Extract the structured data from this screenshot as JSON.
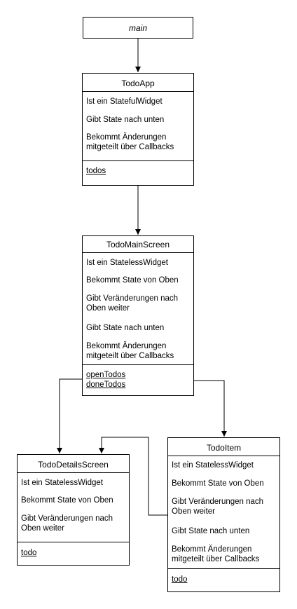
{
  "main": {
    "label": "main"
  },
  "todo_app": {
    "title": "TodoApp",
    "notes": [
      "Ist ein StatefulWidget",
      "Gibt State nach unten",
      "Bekommt Änderungen\nmitgeteilt über Callbacks"
    ],
    "fields": [
      "todos"
    ]
  },
  "todo_main_screen": {
    "title": "TodoMainScreen",
    "notes": [
      "Ist ein StatelessWidget",
      "Bekommt State von Oben",
      "Gibt Veränderungen nach\nOben weiter",
      "Gibt State nach unten",
      "Bekommt Änderungen\nmitgeteilt über Callbacks"
    ],
    "fields": [
      "openTodos",
      "doneTodos"
    ]
  },
  "todo_details_screen": {
    "title": "TodoDetailsScreen",
    "notes": [
      "Ist ein StatelessWidget",
      "Bekommt State von Oben",
      "Gibt Veränderungen nach\nOben weiter"
    ],
    "fields": [
      "todo"
    ]
  },
  "todo_item": {
    "title": "TodoItem",
    "notes": [
      "Ist ein StatelessWidget",
      "Bekommt State von Oben",
      "Gibt Veränderungen nach\nOben weiter",
      "Gibt State nach unten",
      "Bekommt Änderungen\nmitgeteilt über Callbacks"
    ],
    "fields": [
      "todo"
    ]
  }
}
